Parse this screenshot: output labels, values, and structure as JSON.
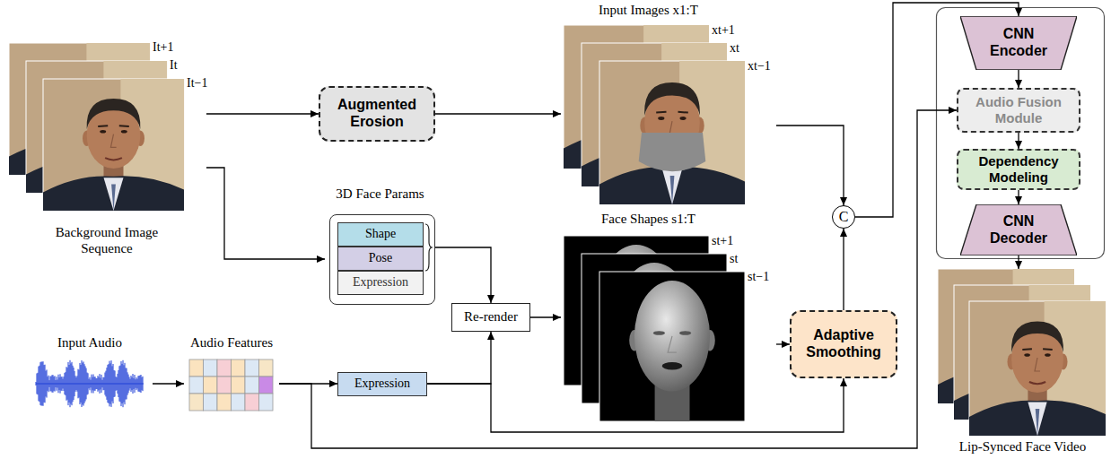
{
  "diagram": {
    "nodes": [
      {
        "text": [
          "It+1",
          "It",
          "It−1",
          "Background Image Sequence"
        ]
      },
      {
        "text": [
          "Augmented Erosion"
        ]
      },
      {
        "text": [
          "Input Images x1:T",
          "xt+1",
          "xt",
          "xt−1"
        ]
      },
      {
        "text": [
          "3D Face Params"
        ]
      },
      {
        "text": [
          "Shape"
        ],
        "in": 3
      },
      {
        "text": [
          "Pose"
        ],
        "in": 3
      },
      {
        "text": [
          "Expression"
        ],
        "in": 3
      },
      {
        "text": [
          "Face Shapes s1:T",
          "st+1",
          "st",
          "st−1"
        ]
      },
      {
        "text": [
          "Re-render"
        ]
      },
      {
        "text": [
          "Input Audio"
        ]
      },
      {
        "text": [
          "Audio Features"
        ]
      },
      {
        "text": [
          "Expression"
        ]
      },
      {
        "text": [
          "Adaptive Smoothing"
        ]
      },
      {
        "text": [
          "C"
        ]
      },
      {
        "text": [
          "CNN Encoder"
        ]
      },
      {
        "text": [
          "Audio Fusion Module"
        ]
      },
      {
        "text": [
          "Dependency Modeling"
        ]
      },
      {
        "text": [
          "CNN Decoder"
        ]
      },
      {
        "text": [
          "Lip-Synced Face Video"
        ]
      }
    ],
    "edges": [
      {
        "from": 0,
        "to": 1,
        "arrow": "to"
      },
      {
        "from": 1,
        "to": 2,
        "arrow": "to"
      },
      {
        "from": 0,
        "to": 3,
        "arrow": "to"
      },
      {
        "from": 3,
        "to": 8,
        "arrow": "to"
      },
      {
        "from": 8,
        "to": 7,
        "arrow": "to"
      },
      {
        "from": 9,
        "to": 10,
        "arrow": "to"
      },
      {
        "from": 10,
        "to": 11,
        "arrow": "to"
      },
      {
        "from": 11,
        "to": 8,
        "arrow": "to"
      },
      {
        "from": 7,
        "to": 12,
        "arrow": "to"
      },
      {
        "from": 11,
        "to": 12,
        "arrow": "to"
      },
      {
        "from": 12,
        "to": 13,
        "arrow": "to"
      },
      {
        "from": 2,
        "to": 13,
        "arrow": "to"
      },
      {
        "from": 13,
        "to": 14,
        "arrow": "to"
      },
      {
        "from": 10,
        "to": 15,
        "arrow": "to"
      },
      {
        "from": 14,
        "to": 15,
        "arrow": "to"
      },
      {
        "from": 15,
        "to": 16,
        "arrow": "to"
      },
      {
        "from": 16,
        "to": 17,
        "arrow": "to"
      },
      {
        "from": 17,
        "to": 18,
        "arrow": "to"
      }
    ]
  }
}
